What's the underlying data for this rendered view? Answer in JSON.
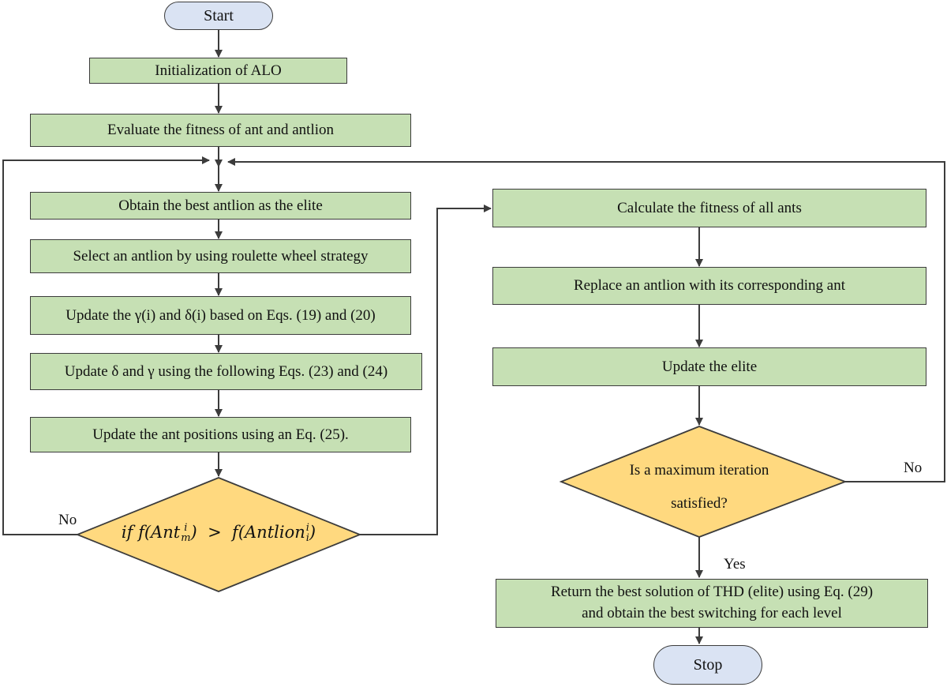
{
  "terminals": {
    "start": "Start",
    "stop": "Stop"
  },
  "left": {
    "init": "Initialization of ALO",
    "evaluate": "Evaluate the fitness of ant and antlion",
    "elite": "Obtain the best antlion as the elite",
    "select": "Select an antlion by using roulette wheel strategy",
    "update_gd": "Update the γ(i) and δ(i) based on Eqs. (19) and (20)",
    "update_dg": "Update  δ and γ using the following Eqs. (23) and (24)",
    "update_pos": "Update the ant positions using an Eq. (25).",
    "decision": {
      "if": "if",
      "f1": "f",
      "ant": "Ant",
      "ant_sup": "i",
      "ant_sub": "m",
      "gt": ">",
      "f2": "f",
      "antlion": "Antlion",
      "antlion_sup": "i",
      "antlion_sub": "i"
    },
    "no_label": "No"
  },
  "right": {
    "calc": "Calculate the fitness of all ants",
    "replace": "Replace an antlion with its corresponding ant",
    "update_elite": "Update the elite",
    "decision_line1": "Is a maximum iteration",
    "decision_line2": "satisfied?",
    "no_label": "No",
    "yes_label": "Yes",
    "return_line1": "Return the best solution of THD (elite) using Eq. (29)",
    "return_line2": "and obtain the best switching for each level"
  },
  "colors": {
    "process": "#c6e0b4",
    "decision": "#ffd97f",
    "terminal": "#dae3f3",
    "line": "#3c3c3c"
  }
}
